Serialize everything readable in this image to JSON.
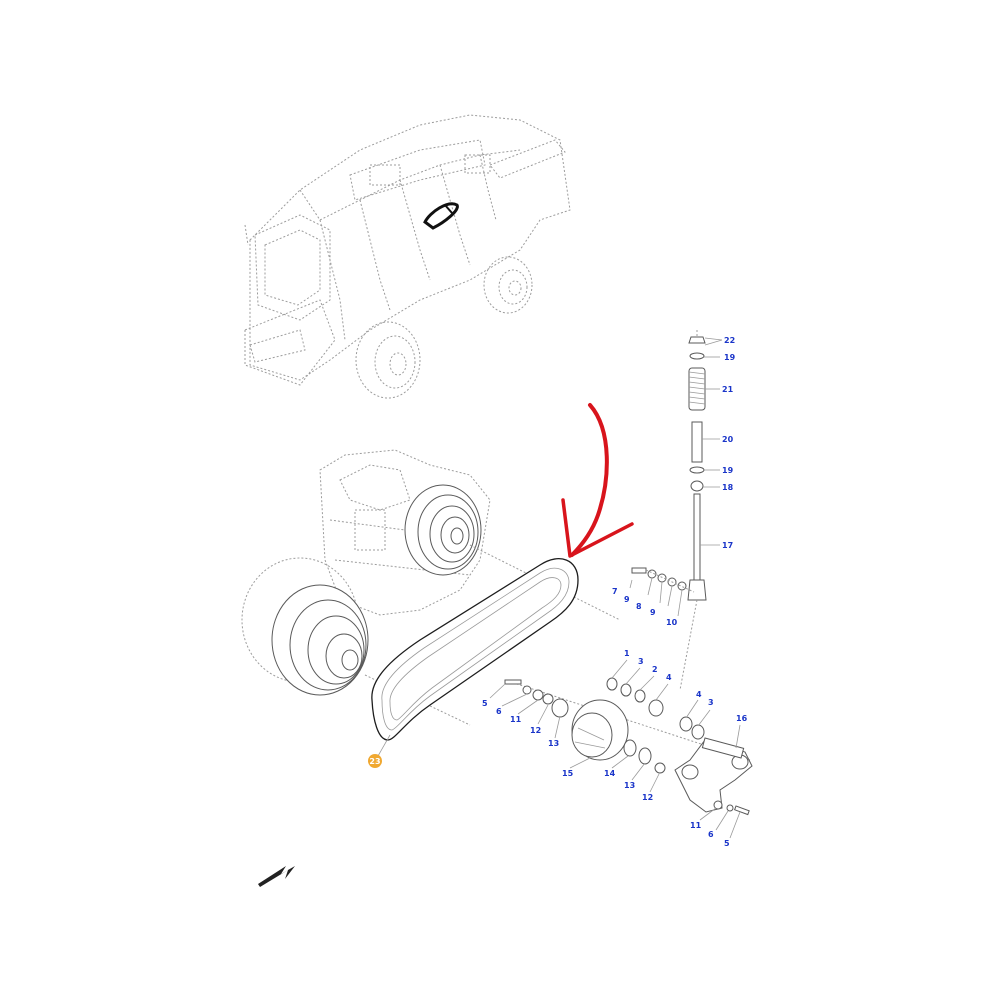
{
  "colors": {
    "callout_text": "#1a35c9",
    "highlight_badge": "#f0a830",
    "highlight_text": "#ffffff",
    "arrow": "#d8141c",
    "ink": "#222222"
  },
  "icons": {
    "direction_indicator": "arrow-down-left-icon",
    "pointer": "red-curved-arrow-icon"
  },
  "callouts": {
    "c22": "22",
    "c19a": "19",
    "c21": "21",
    "c20": "20",
    "c19b": "19",
    "c18": "18",
    "c17": "17",
    "c7": "7",
    "c9a": "9",
    "c8": "8",
    "c9b": "9",
    "c10": "10",
    "c1": "1",
    "c3a": "3",
    "c2": "2",
    "c4a": "4",
    "c4b": "4",
    "c3b": "3",
    "c16": "16",
    "c5a": "5",
    "c6a": "6",
    "c11a": "11",
    "c12a": "12",
    "c13a": "13",
    "c15": "15",
    "c14": "14",
    "c13b": "13",
    "c12b": "12",
    "c11b": "11",
    "c6b": "6",
    "c5b": "5",
    "c23": "23"
  }
}
